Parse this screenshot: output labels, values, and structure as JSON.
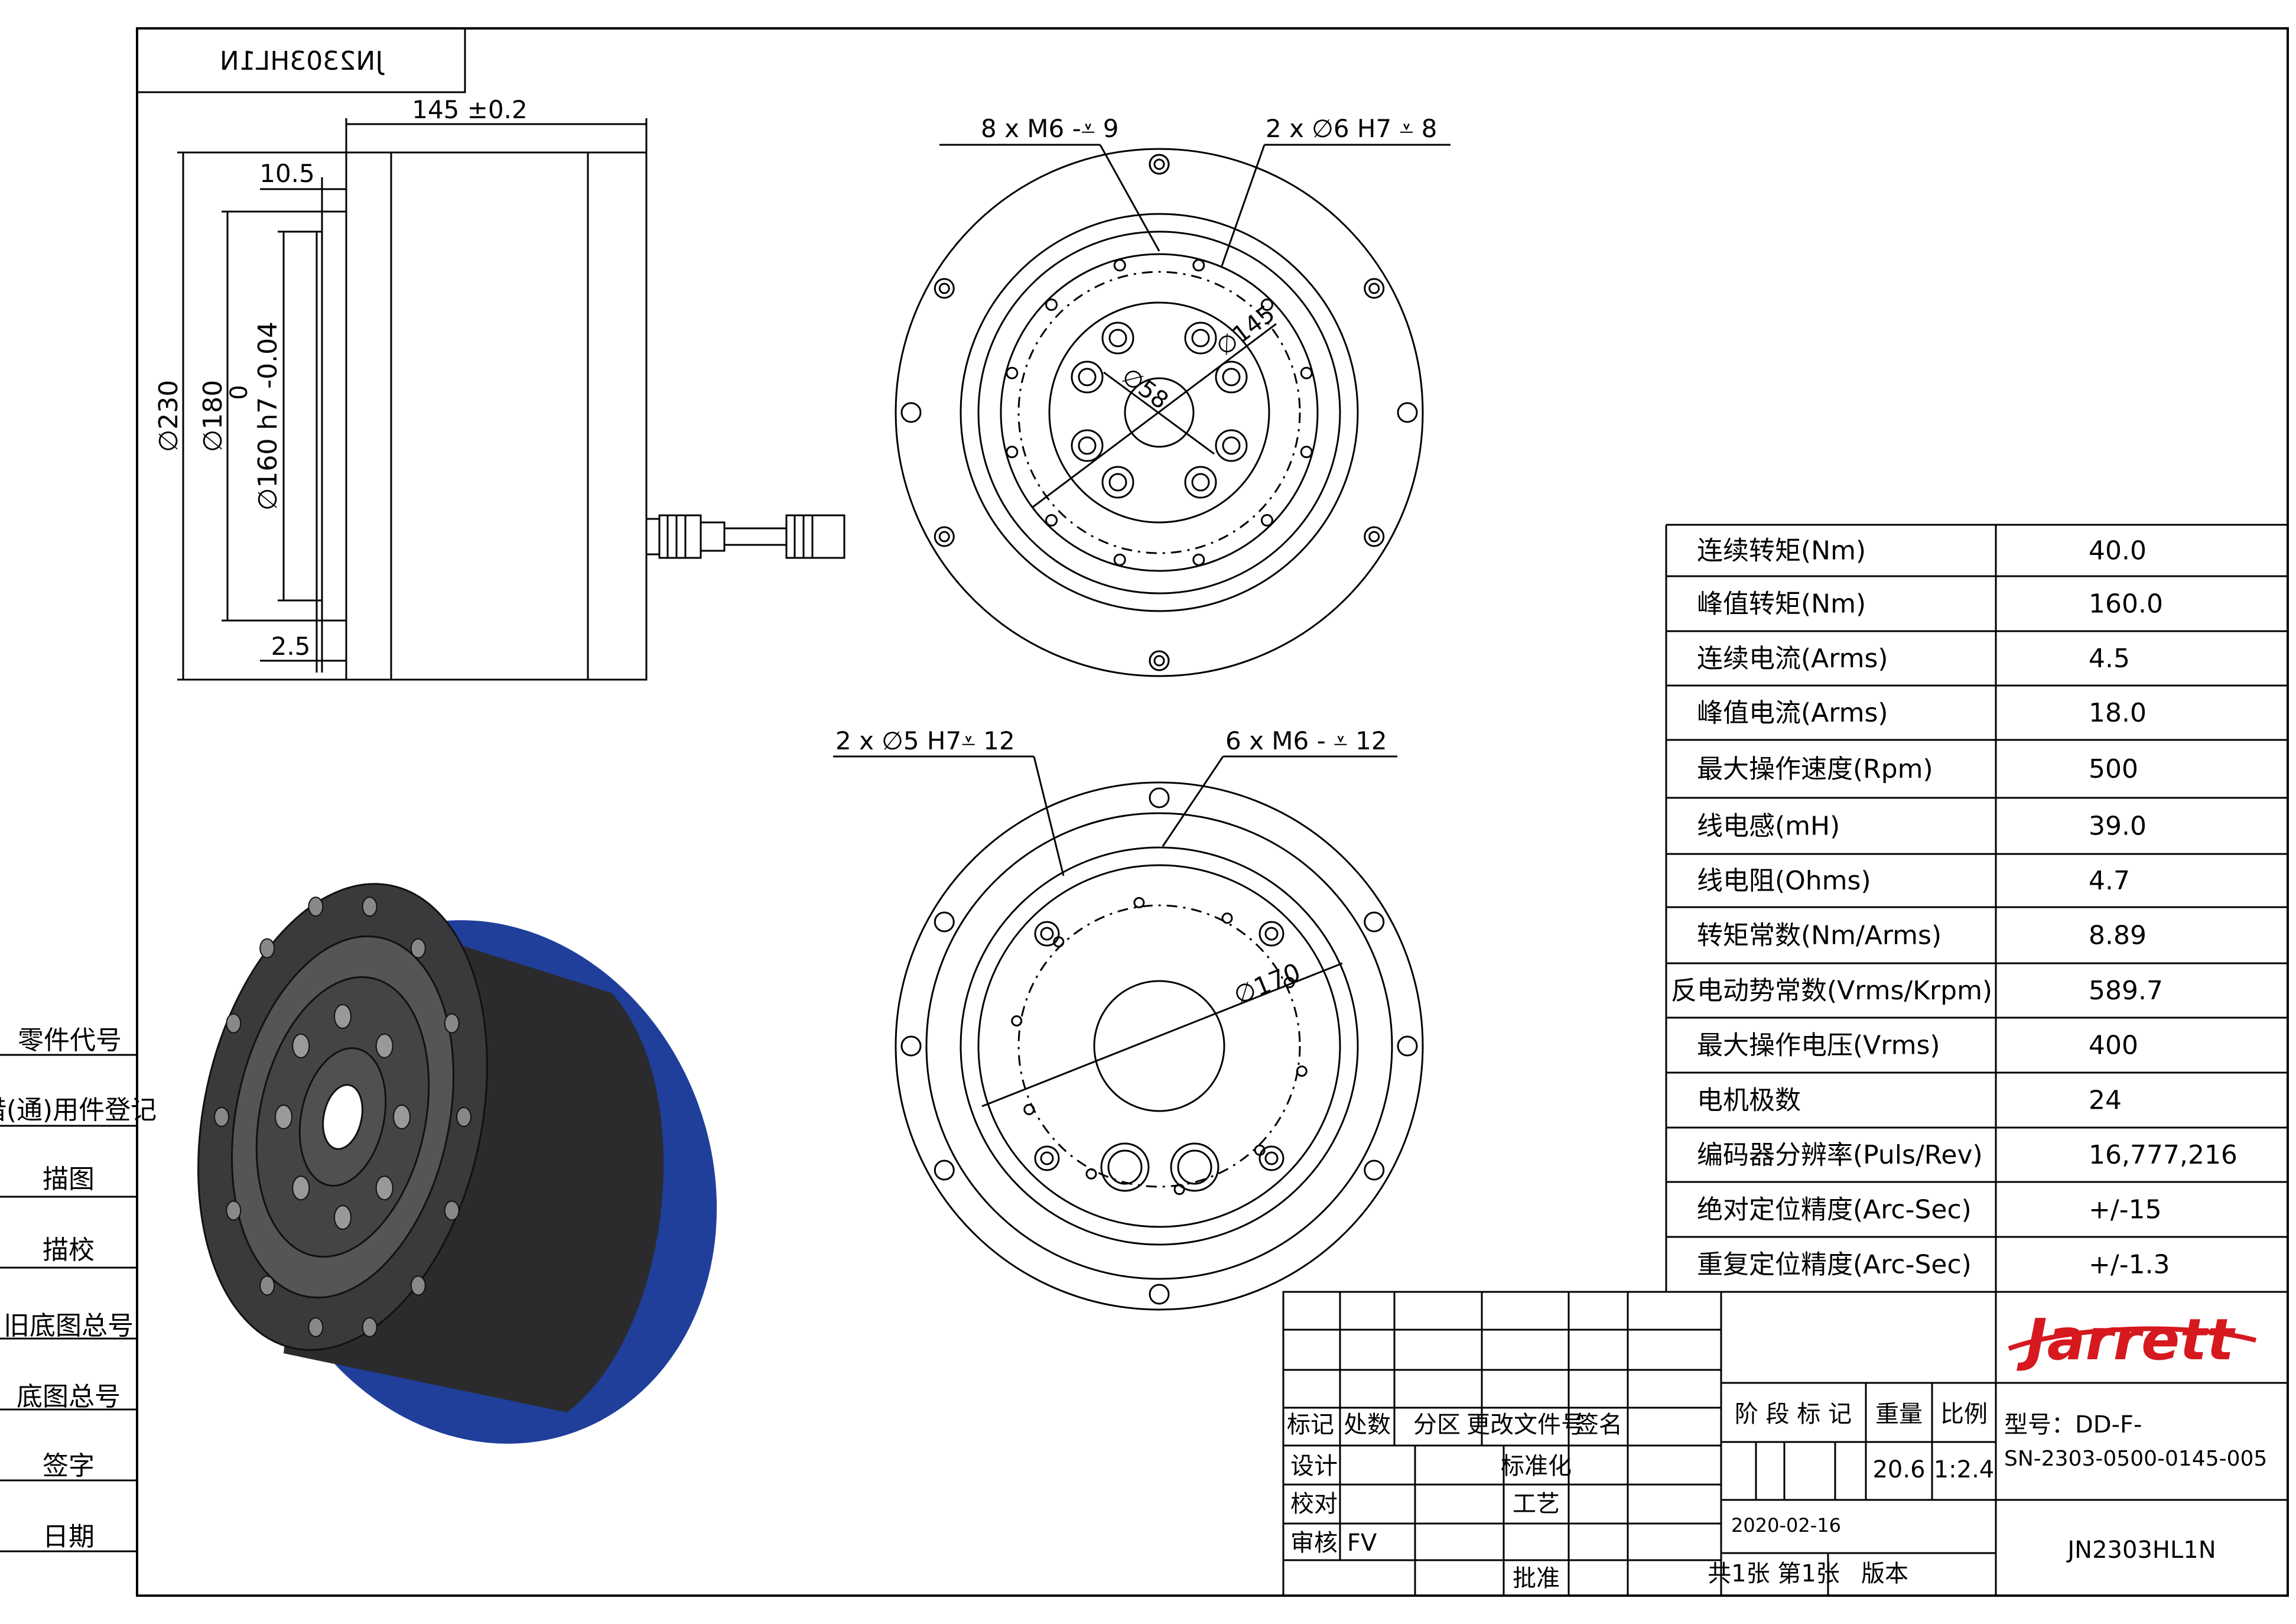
{
  "drawing": {
    "part_number_mirrored": "JN2303HL1N",
    "part_number": "JN2303HL1N"
  },
  "side_view": {
    "dim_length": "145 ±0.2",
    "dim_10_5": "10.5",
    "dim_2_5": "2.5",
    "dim_d230": "230",
    "dim_d180": "180",
    "dim_d160": "160 h7 -0.04",
    "dim_d160_upper": "0",
    "diameter_symbol": "∅"
  },
  "top_view": {
    "callout_left": "8 x  M6 -⩡ 9",
    "callout_right": "2 x ∅6  H7 ⩡ 8",
    "dim_145": "145",
    "dim_58": "58"
  },
  "bottom_view": {
    "callout_left": "2 x  ∅5 H7⩡ 12",
    "callout_right": "6 x  M6 - ⩡ 12",
    "dim_170": "170"
  },
  "specs": [
    {
      "label": "连续转矩(Nm)",
      "value": "40.0"
    },
    {
      "label": "峰值转矩(Nm)",
      "value": "160.0"
    },
    {
      "label": "连续电流(Arms)",
      "value": "4.5"
    },
    {
      "label": "峰值电流(Arms)",
      "value": "18.0"
    },
    {
      "label": "最大操作速度(Rpm)",
      "value": "500"
    },
    {
      "label": "线电感(mH)",
      "value": "39.0"
    },
    {
      "label": "线电阻(Ohms)",
      "value": "4.7"
    },
    {
      "label": "转矩常数(Nm/Arms)",
      "value": "8.89"
    },
    {
      "label": "反电动势常数(Vrms/Krpm)",
      "value": "589.7"
    },
    {
      "label": "最大操作电压(Vrms)",
      "value": "400"
    },
    {
      "label": "电机极数",
      "value": "24"
    },
    {
      "label": "编码器分辨率(Puls/Rev)",
      "value": "16,777,216"
    },
    {
      "label": "绝对定位精度(Arc-Sec)",
      "value": "+/-15"
    },
    {
      "label": "重复定位精度(Arc-Sec)",
      "value": "+/-1.3"
    }
  ],
  "left_margin": {
    "labels": [
      "零件代号",
      "借(通)用件登记",
      "描图",
      "描校",
      "旧底图总号",
      "底图总号",
      "签字",
      "日期"
    ]
  },
  "title_block": {
    "rev_headers": [
      "标记",
      "处数",
      "分区",
      "更改文件号",
      "签名"
    ],
    "design": "设计",
    "standardize": "标准化",
    "check": "校对",
    "process": "工艺",
    "review": "审核",
    "review_value": "FV",
    "approve": "批准",
    "stage_mark": "阶 段 标 记",
    "weight_label": "重量",
    "scale_label": "比例",
    "weight": "20.6",
    "scale": "1:2.4",
    "date": "2020-02-16",
    "sheets": "共1张  第1张",
    "version": "版本",
    "brand": "Jarrett",
    "model_label": "型号：DD-F-",
    "model_code": "SN-2303-0500-0145-005"
  },
  "colors": {
    "line": "#000000",
    "brand_red": "#d6181f",
    "motor_body": "#2b2b2d",
    "motor_blue": "#1f3f9a"
  }
}
